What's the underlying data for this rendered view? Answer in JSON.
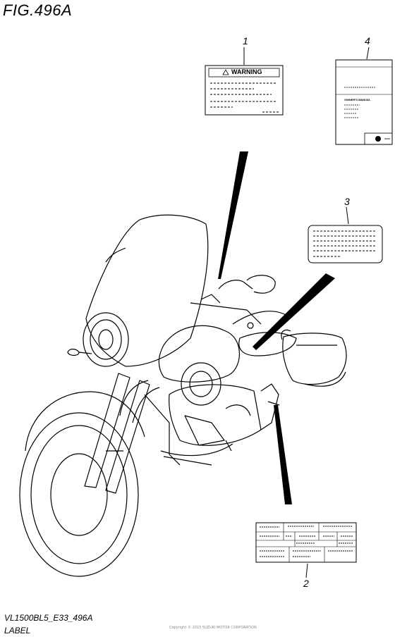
{
  "figure": {
    "title": "FIG.496A",
    "model_code": "VL1500BL5_E33_496A",
    "section": "LABEL"
  },
  "callouts": [
    {
      "number": "1"
    },
    {
      "number": "2"
    },
    {
      "number": "3"
    },
    {
      "number": "4"
    }
  ],
  "labels": {
    "warning_label": {
      "heading": "WARNING"
    },
    "manual": {
      "title": "OWNER'S MANUAL"
    }
  },
  "copyright": "Copyright © 2015 SUZUKI MOTOR CORPORATION"
}
